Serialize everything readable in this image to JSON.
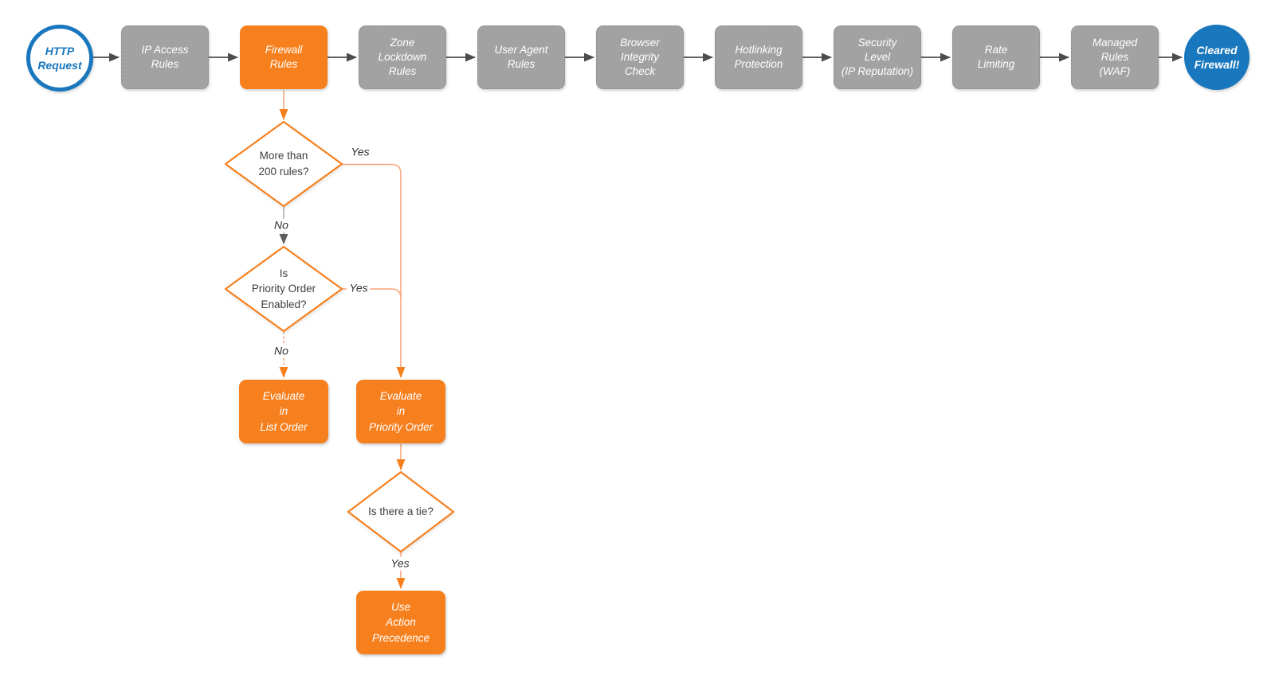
{
  "colors": {
    "orange": "#F7801E",
    "orange-line": "#F6A47B",
    "blue": "#1877BD",
    "gray-node": "#A2A2A2",
    "arrow-gray": "#4C4C4C",
    "text-dark": "#3D3D3D"
  },
  "pipeline": {
    "start": "HTTP\nRequest",
    "steps": [
      "IP Access\nRules",
      "Firewall\nRules",
      "Zone\nLockdown\nRules",
      "User Agent\nRules",
      "Browser\nIntegrity\nCheck",
      "Hotlinking\nProtection",
      "Security\nLevel\n(IP Reputation)",
      "Rate\nLimiting",
      "Managed\nRules\n(WAF)"
    ],
    "end": "Cleared\nFirewall!"
  },
  "decisions": {
    "rules_200": "More than\n200 rules?",
    "priority_enabled": "Is\nPriority Order\nEnabled?",
    "tie": "Is there a tie?"
  },
  "actions": {
    "list_order": "Evaluate\nin\nList Order",
    "priority_order": "Evaluate\nin\nPriority Order",
    "action_precedence": "Use\nAction\nPrecedence"
  },
  "edge_labels": {
    "yes1": "Yes",
    "no1": "No",
    "yes2": "Yes",
    "no2": "No",
    "yes3": "Yes"
  }
}
